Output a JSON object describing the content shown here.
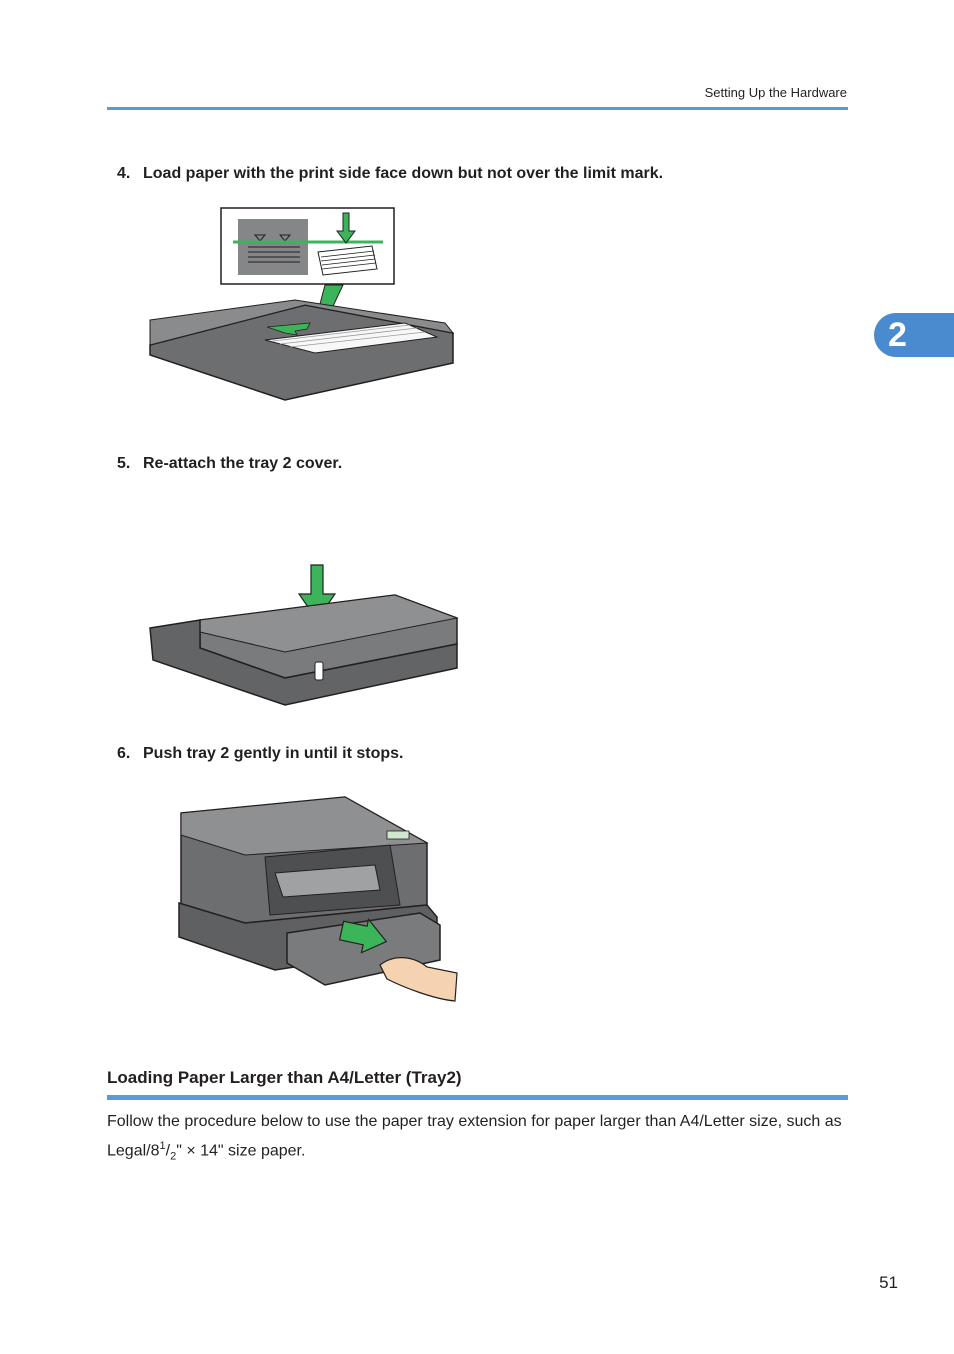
{
  "header": {
    "title": "Setting Up the Hardware"
  },
  "chapter_tab": {
    "number": "2"
  },
  "steps": [
    {
      "number": "4.",
      "text": "Load paper with the print side face down but not over the limit mark."
    },
    {
      "number": "5.",
      "text": "Re-attach the tray 2 cover."
    },
    {
      "number": "6.",
      "text": "Push tray 2 gently in until it stops."
    }
  ],
  "section": {
    "title": "Loading Paper Larger than A4/Letter (Tray2)"
  },
  "body": {
    "text_before": "Follow the procedure below to use the paper tray extension for paper larger than A4/Letter size, such as Legal/8",
    "sup": "1",
    "slash": "/",
    "sub": "2",
    "text_after": "\" × 14\" size paper."
  },
  "page_number": "51",
  "colors": {
    "accent_blue": "#5b9bd5",
    "arrow_green": "#3cb55a",
    "tray_gray": "#6d6e70"
  }
}
